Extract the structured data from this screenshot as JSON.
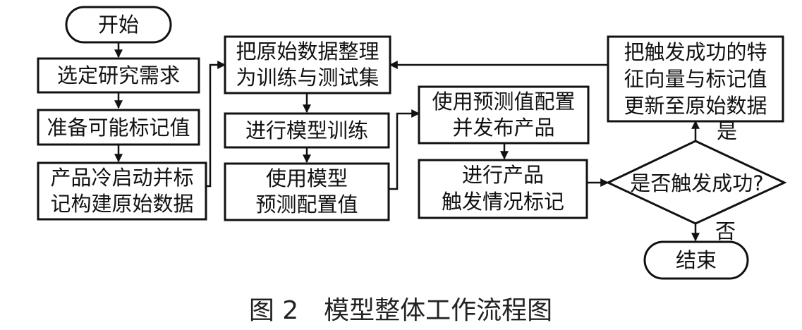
{
  "nodes": {
    "start": "开始",
    "select_req": "选定研究需求",
    "prep_label": "准备可能标记值",
    "cold_start": [
      "产品冷启动并标",
      "记构建原始数据"
    ],
    "organize": [
      "把原始数据整理",
      "为训练与测试集"
    ],
    "train": "进行模型训练",
    "predict": [
      "使用模型",
      "预测配置值"
    ],
    "publish": [
      "使用预测值配置",
      "并发布产品"
    ],
    "trigger_mark": [
      "进行产品",
      "触发情况标记"
    ],
    "update_data": [
      "把触发成功的特",
      "征向量与标记值",
      "更新至原始数据"
    ],
    "decision": "是否触发成功?",
    "end": "结束"
  },
  "edge_labels": {
    "yes": "是",
    "no": "否"
  },
  "caption": "图 2　模型整体工作流程图"
}
